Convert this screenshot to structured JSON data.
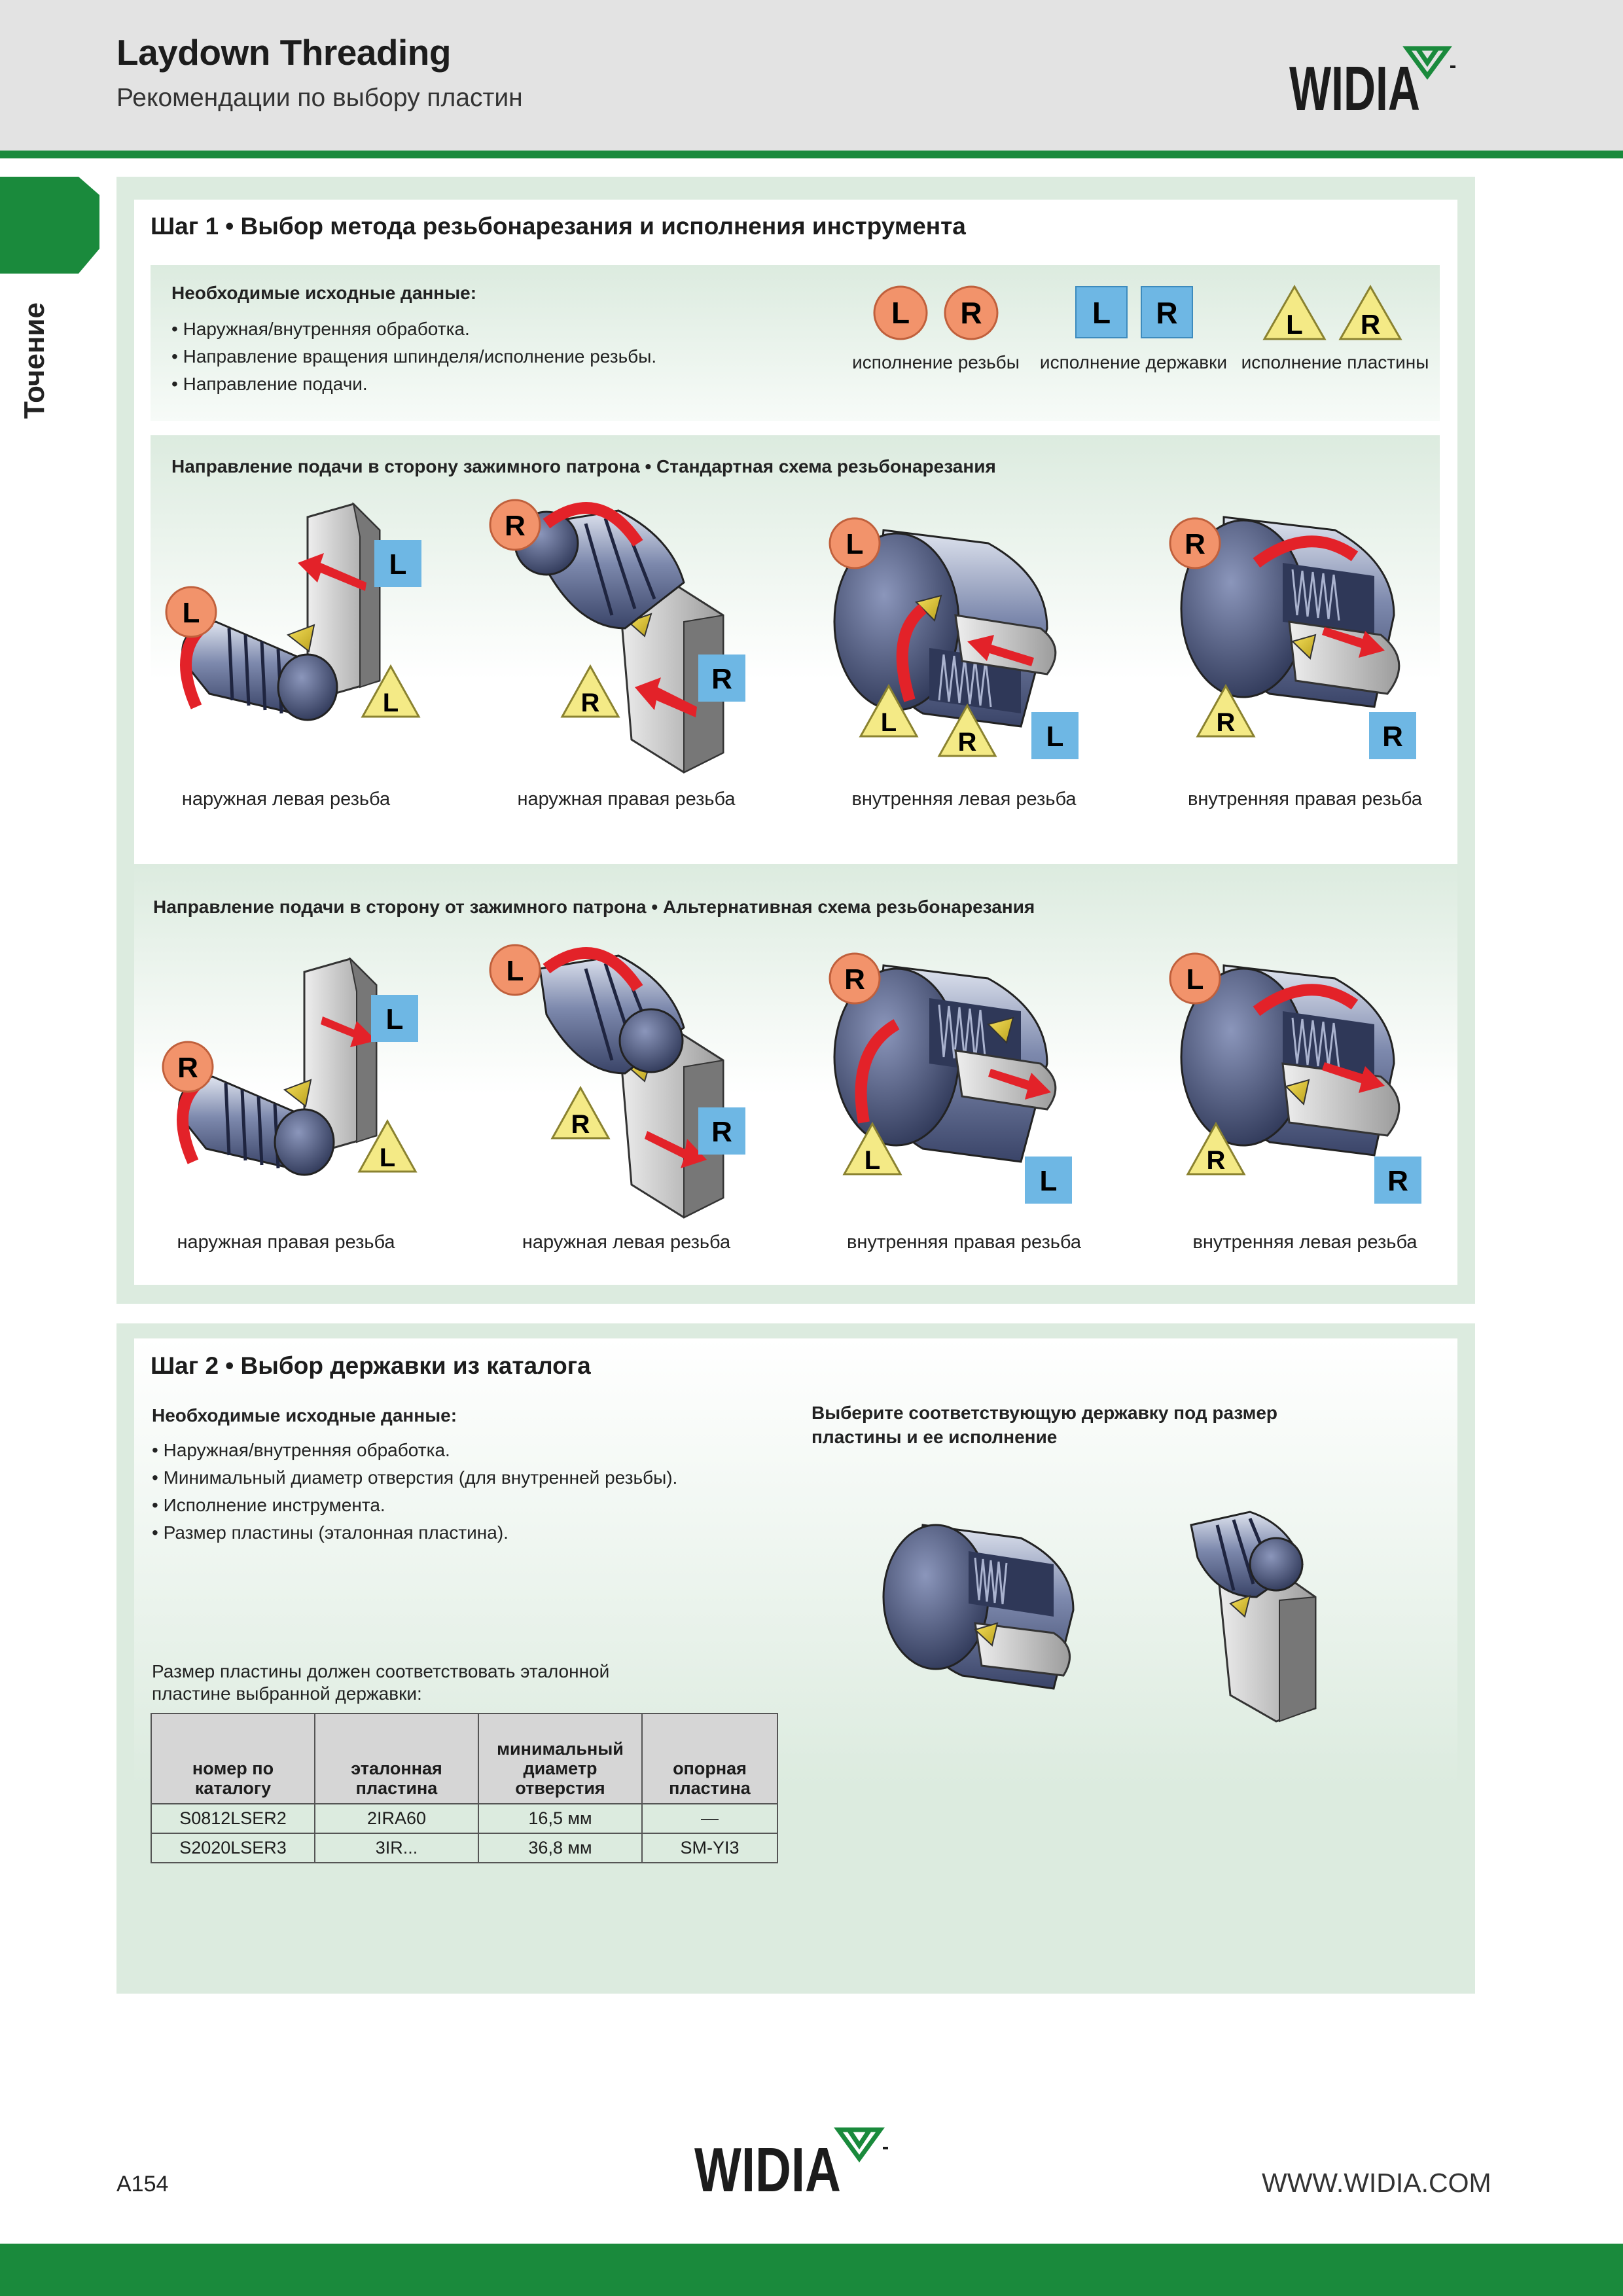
{
  "header": {
    "title": "Laydown Threading",
    "subtitle": "Рекомендации по выбору пластин",
    "brand": "WIDIA"
  },
  "side_tab": {
    "label": "Точение"
  },
  "colors": {
    "green": "#1a8a3c",
    "panel": "#dcebdf",
    "thread_badge": "#f2936b",
    "holder_badge": "#6eb7e4",
    "insert_badge": "#f4ea86",
    "arrow": "#e32229"
  },
  "step1": {
    "title": "Шаг 1 • Выбор метода резьбонарезания и исполнения инструмента",
    "required_title": "Необходимые исходные данные:",
    "required": [
      "Наружная/внутренняя обработка.",
      "Направление вращения шпинделя/исполнение резьбы.",
      "Направление подачи."
    ],
    "legend": [
      {
        "letters": [
          "L",
          "R"
        ],
        "shape": "circle",
        "label": "исполнение резьбы"
      },
      {
        "letters": [
          "L",
          "R"
        ],
        "shape": "square",
        "label": "исполнение державки"
      },
      {
        "letters": [
          "L",
          "R"
        ],
        "shape": "triangle",
        "label": "исполнение пластины"
      }
    ],
    "standard": {
      "title": "Направление подачи в сторону зажимного патрона • Стандартная схема резьбонарезания",
      "cases": [
        {
          "caption": "наружная левая резьба",
          "thread": "L",
          "holder": "L",
          "insert": "L"
        },
        {
          "caption": "наружная правая резьба",
          "thread": "R",
          "holder": "R",
          "insert": "R"
        },
        {
          "caption": "внутренняя левая резьба",
          "thread": "L",
          "holder": "L",
          "insert": "L",
          "insert2": "R"
        },
        {
          "caption": "внутренняя правая резьба",
          "thread": "R",
          "holder": "R",
          "insert": "R"
        }
      ]
    },
    "alternative": {
      "title": "Направление подачи в сторону от зажимного патрона • Альтернативная схема резьбонарезания",
      "cases": [
        {
          "caption": "наружная правая резьба",
          "thread": "R",
          "holder": "L",
          "insert": "L"
        },
        {
          "caption": "наружная левая резьба",
          "thread": "L",
          "holder": "R",
          "insert": "R"
        },
        {
          "caption": "внутренняя правая резьба",
          "thread": "R",
          "holder": "L",
          "insert": "L"
        },
        {
          "caption": "внутренняя левая резьба",
          "thread": "L",
          "holder": "R",
          "insert": "R"
        }
      ]
    }
  },
  "step2": {
    "title": "Шаг 2 • Выбор державки из каталога",
    "required_title": "Необходимые исходные данные:",
    "required": [
      "Наружная/внутренняя обработка.",
      "Минимальный диаметр отверстия (для внутренней резьбы).",
      "Исполнение инструмента.",
      "Размер пластины (эталонная пластина)."
    ],
    "select_note": "Выберите соответствующую державку под размер пластины и ее исполнение",
    "size_note": "Размер пластины должен соответствовать эталонной пластине выбранной державки:",
    "table": {
      "headers": [
        "номер по каталогу",
        "эталонная пластина",
        "минимальный диаметр отверстия",
        "опорная пластина"
      ],
      "rows": [
        [
          "S0812LSER2",
          "2IRA60",
          "16,5 мм",
          "—"
        ],
        [
          "S2020LSER3",
          "3IR...",
          "36,8 мм",
          "SM-YI3"
        ]
      ]
    }
  },
  "footer": {
    "page": "A154",
    "website": "WWW.WIDIA.COM",
    "brand": "WIDIA"
  }
}
